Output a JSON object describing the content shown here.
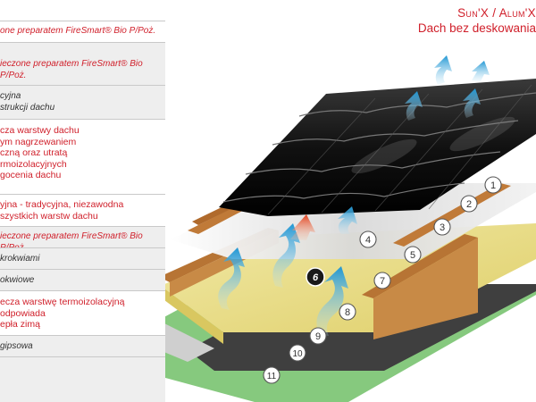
{
  "title": {
    "line1": "Sun'X / Alum'X",
    "line2": "Dach bez deskowania"
  },
  "legend": [
    {
      "text": "",
      "style": "dark"
    },
    {
      "text": "one preparatem FireSmart® Bio P/Poż.",
      "style": "redi"
    },
    {
      "text": "ieczone preparatem FireSmart® Bio P/Poż.",
      "style": "redi"
    },
    {
      "text": "cyjna\nstrukcji dachu",
      "style": "dark"
    },
    {
      "text": "cza warstwy dachu\nym nagrzewaniem\nczną oraz utratą\nrmoizolacyjnych\ngocenia dachu",
      "style": "red"
    },
    {
      "text": "yjna - tradycyjna, niezawodna\nszystkich warstw dachu",
      "style": "red"
    },
    {
      "text": "ieczone preparatem FireSmart® Bio P/Poż.",
      "style": "redi"
    },
    {
      "text": "krokwiami",
      "style": "dark"
    },
    {
      "text": "okwiowe",
      "style": "dark"
    },
    {
      "text": "ecza warstwę termoizolacyjną\nodpowiada\nepła zimą",
      "style": "red"
    },
    {
      "text": "gipsowa",
      "style": "dark"
    }
  ],
  "numbers": [
    "1",
    "2",
    "3",
    "4",
    "5",
    "6",
    "7",
    "8",
    "9",
    "10",
    "11"
  ],
  "colors": {
    "accent": "#d0202b",
    "arrow": "#3aa6d8",
    "arrow_hot": "#e8542a",
    "insulation": "#e9dd8a",
    "timber": "#c5823f",
    "ground": "#7fc47a"
  }
}
